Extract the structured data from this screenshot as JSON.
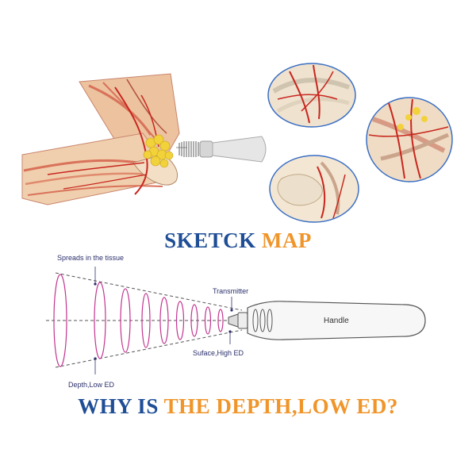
{
  "title": {
    "part1": "SKETCK",
    "part2": "MAP"
  },
  "question": {
    "part1": "WHY IS",
    "part2": "THE DEPTH,LOW ED?"
  },
  "labels": {
    "spreads": "Spreads in the tissue",
    "transmitter": "Transmitter",
    "handle": "Handle",
    "surface": "Suface,High ED",
    "depth": "Depth,Low ED"
  },
  "colors": {
    "heading_blue": "#1f4e96",
    "heading_orange": "#f0952a",
    "wave_pink": "#c2358f",
    "artery_red": "#c8261e",
    "fat_yellow": "#f2d23a",
    "circle_border": "#3a6fc4"
  },
  "icons": [
    "elbow-anatomy-illustration",
    "shockwave-probe",
    "tendon-detail-circle",
    "vessel-detail-circle",
    "bone-detail-circle",
    "transmitter-handle"
  ]
}
